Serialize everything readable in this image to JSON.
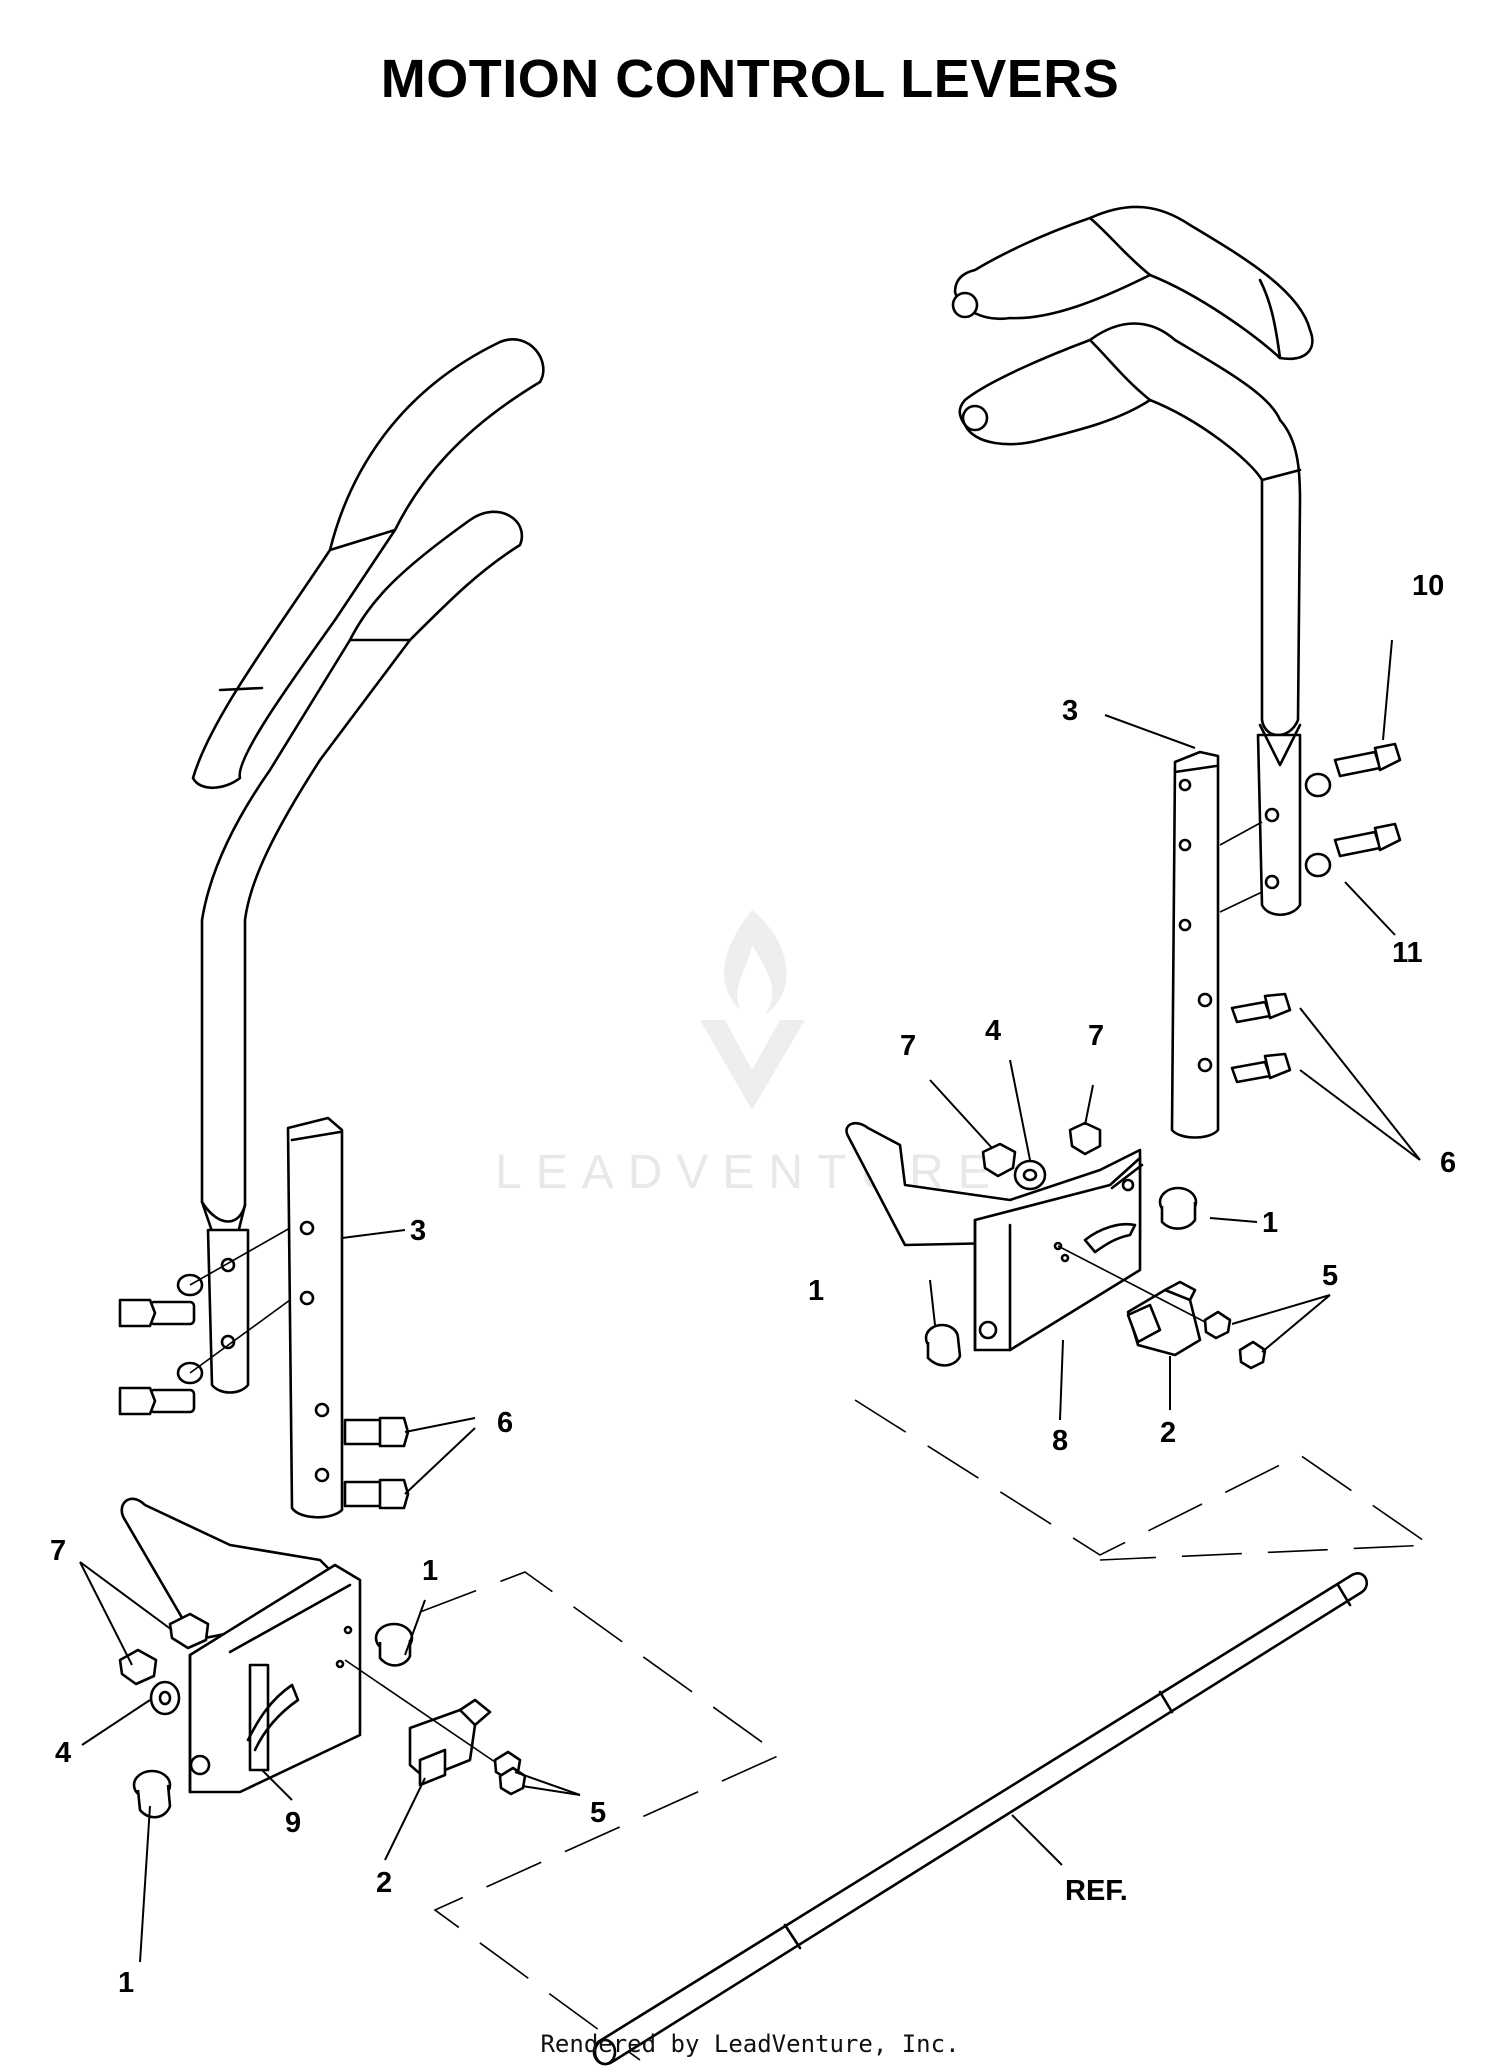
{
  "title": "MOTION CONTROL LEVERS",
  "footer": "Rendered by LeadVenture, Inc.",
  "watermark": {
    "text": "LEADVENTURE"
  },
  "callouts": {
    "left": [
      {
        "key": "3",
        "label": "3"
      },
      {
        "key": "6",
        "label": "6"
      },
      {
        "key": "7",
        "label": "7"
      },
      {
        "key": "1a",
        "label": "1"
      },
      {
        "key": "4",
        "label": "4"
      },
      {
        "key": "1b",
        "label": "1"
      },
      {
        "key": "9",
        "label": "9"
      },
      {
        "key": "2",
        "label": "2"
      },
      {
        "key": "5",
        "label": "5"
      }
    ],
    "right": [
      {
        "key": "10",
        "label": "10"
      },
      {
        "key": "3",
        "label": "3"
      },
      {
        "key": "11",
        "label": "11"
      },
      {
        "key": "7a",
        "label": "7"
      },
      {
        "key": "4",
        "label": "4"
      },
      {
        "key": "7b",
        "label": "7"
      },
      {
        "key": "6",
        "label": "6"
      },
      {
        "key": "1a",
        "label": "1"
      },
      {
        "key": "5",
        "label": "5"
      },
      {
        "key": "1b",
        "label": "1"
      },
      {
        "key": "8",
        "label": "8"
      },
      {
        "key": "2",
        "label": "2"
      }
    ],
    "ref": "REF."
  },
  "colors": {
    "line": "#000000",
    "background": "#ffffff",
    "watermark": "#e6e6e6"
  }
}
